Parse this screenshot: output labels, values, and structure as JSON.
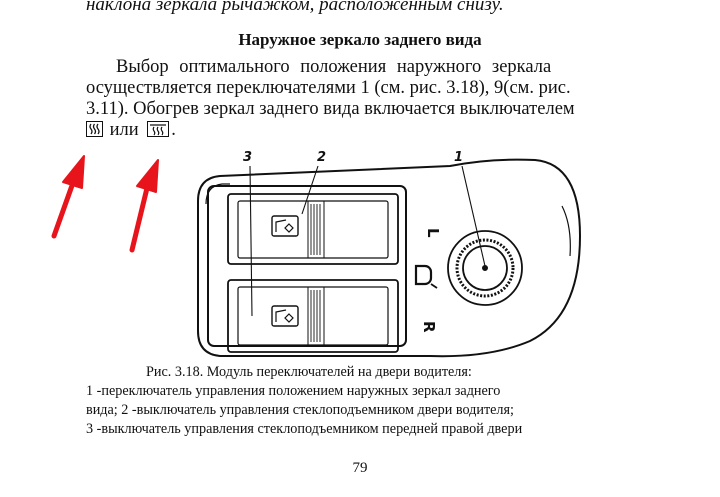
{
  "top_text": "наклона зеркала рычажком, расположенным снизу.",
  "heading": "Наружное зеркало заднего вида",
  "paragraph": {
    "line1": "Выбор оптимального положения наружного зеркала",
    "line2": "осуществляется переключателями 1 (см. рис. 3.18), 9(см. рис.",
    "line3": "3.11). Обогрев зеркал заднего вида включается выключателем",
    "or_word": "или",
    "end_punct": "."
  },
  "icons": [
    "rear-window-heater-icon",
    "mirror-heater-icon"
  ],
  "figure": {
    "callouts": [
      "3",
      "2",
      "1"
    ],
    "side_labels": [
      "L",
      "R"
    ]
  },
  "caption": {
    "line1": "Рис. 3.18. Модуль переключателей на  двери водителя:",
    "line2": "1 -переключатель управления положением наружных зеркал заднего",
    "line3": "вида; 2 -выключатель управления стеклоподъемником двери водителя;",
    "line4": "3 -выключатель управления стеклоподъемником передней правой двери"
  },
  "page_number": "79",
  "colors": {
    "arrow": "#e8141b",
    "ink": "#111111"
  }
}
